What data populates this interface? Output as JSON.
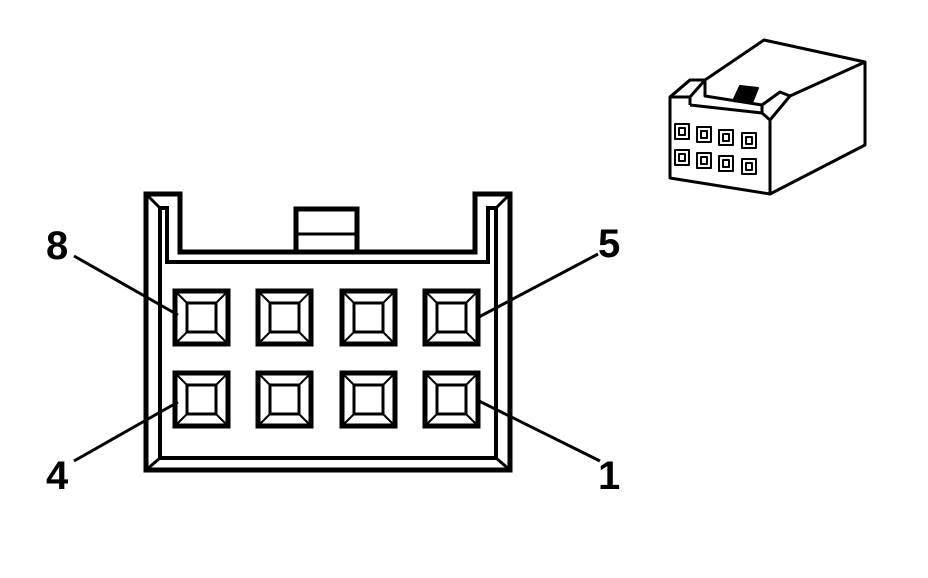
{
  "diagram": {
    "pin_labels": {
      "pin_8": "8",
      "pin_5": "5",
      "pin_4": "4",
      "pin_1": "1"
    },
    "stroke_color": "#000000",
    "background_color": "#ffffff"
  }
}
